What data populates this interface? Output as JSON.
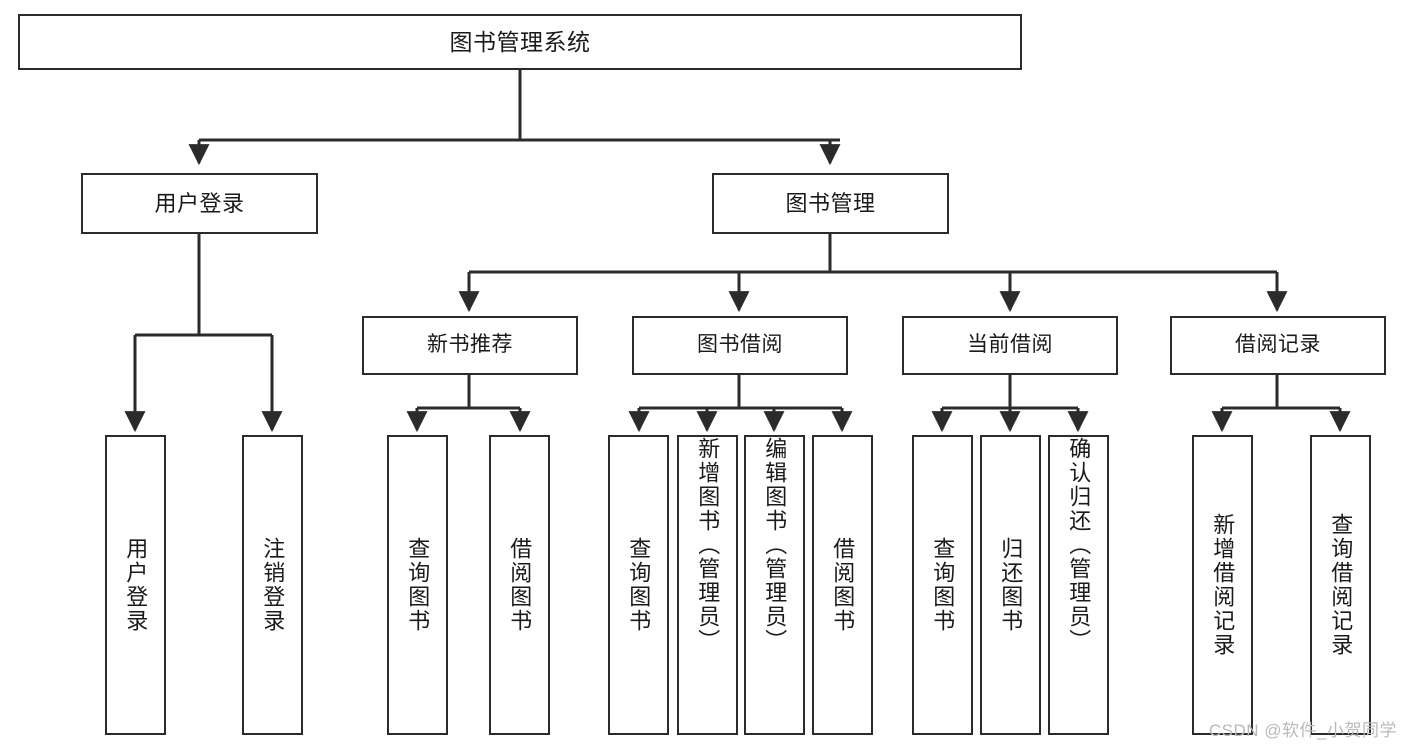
{
  "diagram": {
    "title": "图书管理系统",
    "type": "hierarchy-tree",
    "watermark": "CSDN @软件_小贺同学",
    "colors": {
      "box_border": "#2b2b2b",
      "box_fill": "#ffffff",
      "connector": "#2b2b2b",
      "text": "#1a1a1a",
      "watermark": "#b9b9b9"
    },
    "nodes": {
      "root": "图书管理系统",
      "level2": [
        "用户登录",
        "图书管理"
      ],
      "level3": [
        "新书推荐",
        "图书借阅",
        "当前借阅",
        "借阅记录"
      ],
      "leaves": {
        "user_login": [
          "用户登录",
          "注销登录"
        ],
        "new_book_recommend": [
          "查询图书",
          "借阅图书"
        ],
        "book_borrow": [
          "查询图书",
          "新增图书（管理员）",
          "编辑图书（管理员）",
          "借阅图书"
        ],
        "current_borrow": [
          "查询图书",
          "归还图书",
          "确认归还（管理员）"
        ],
        "borrow_record": [
          "新增借阅记录",
          "查询借阅记录"
        ]
      }
    }
  }
}
